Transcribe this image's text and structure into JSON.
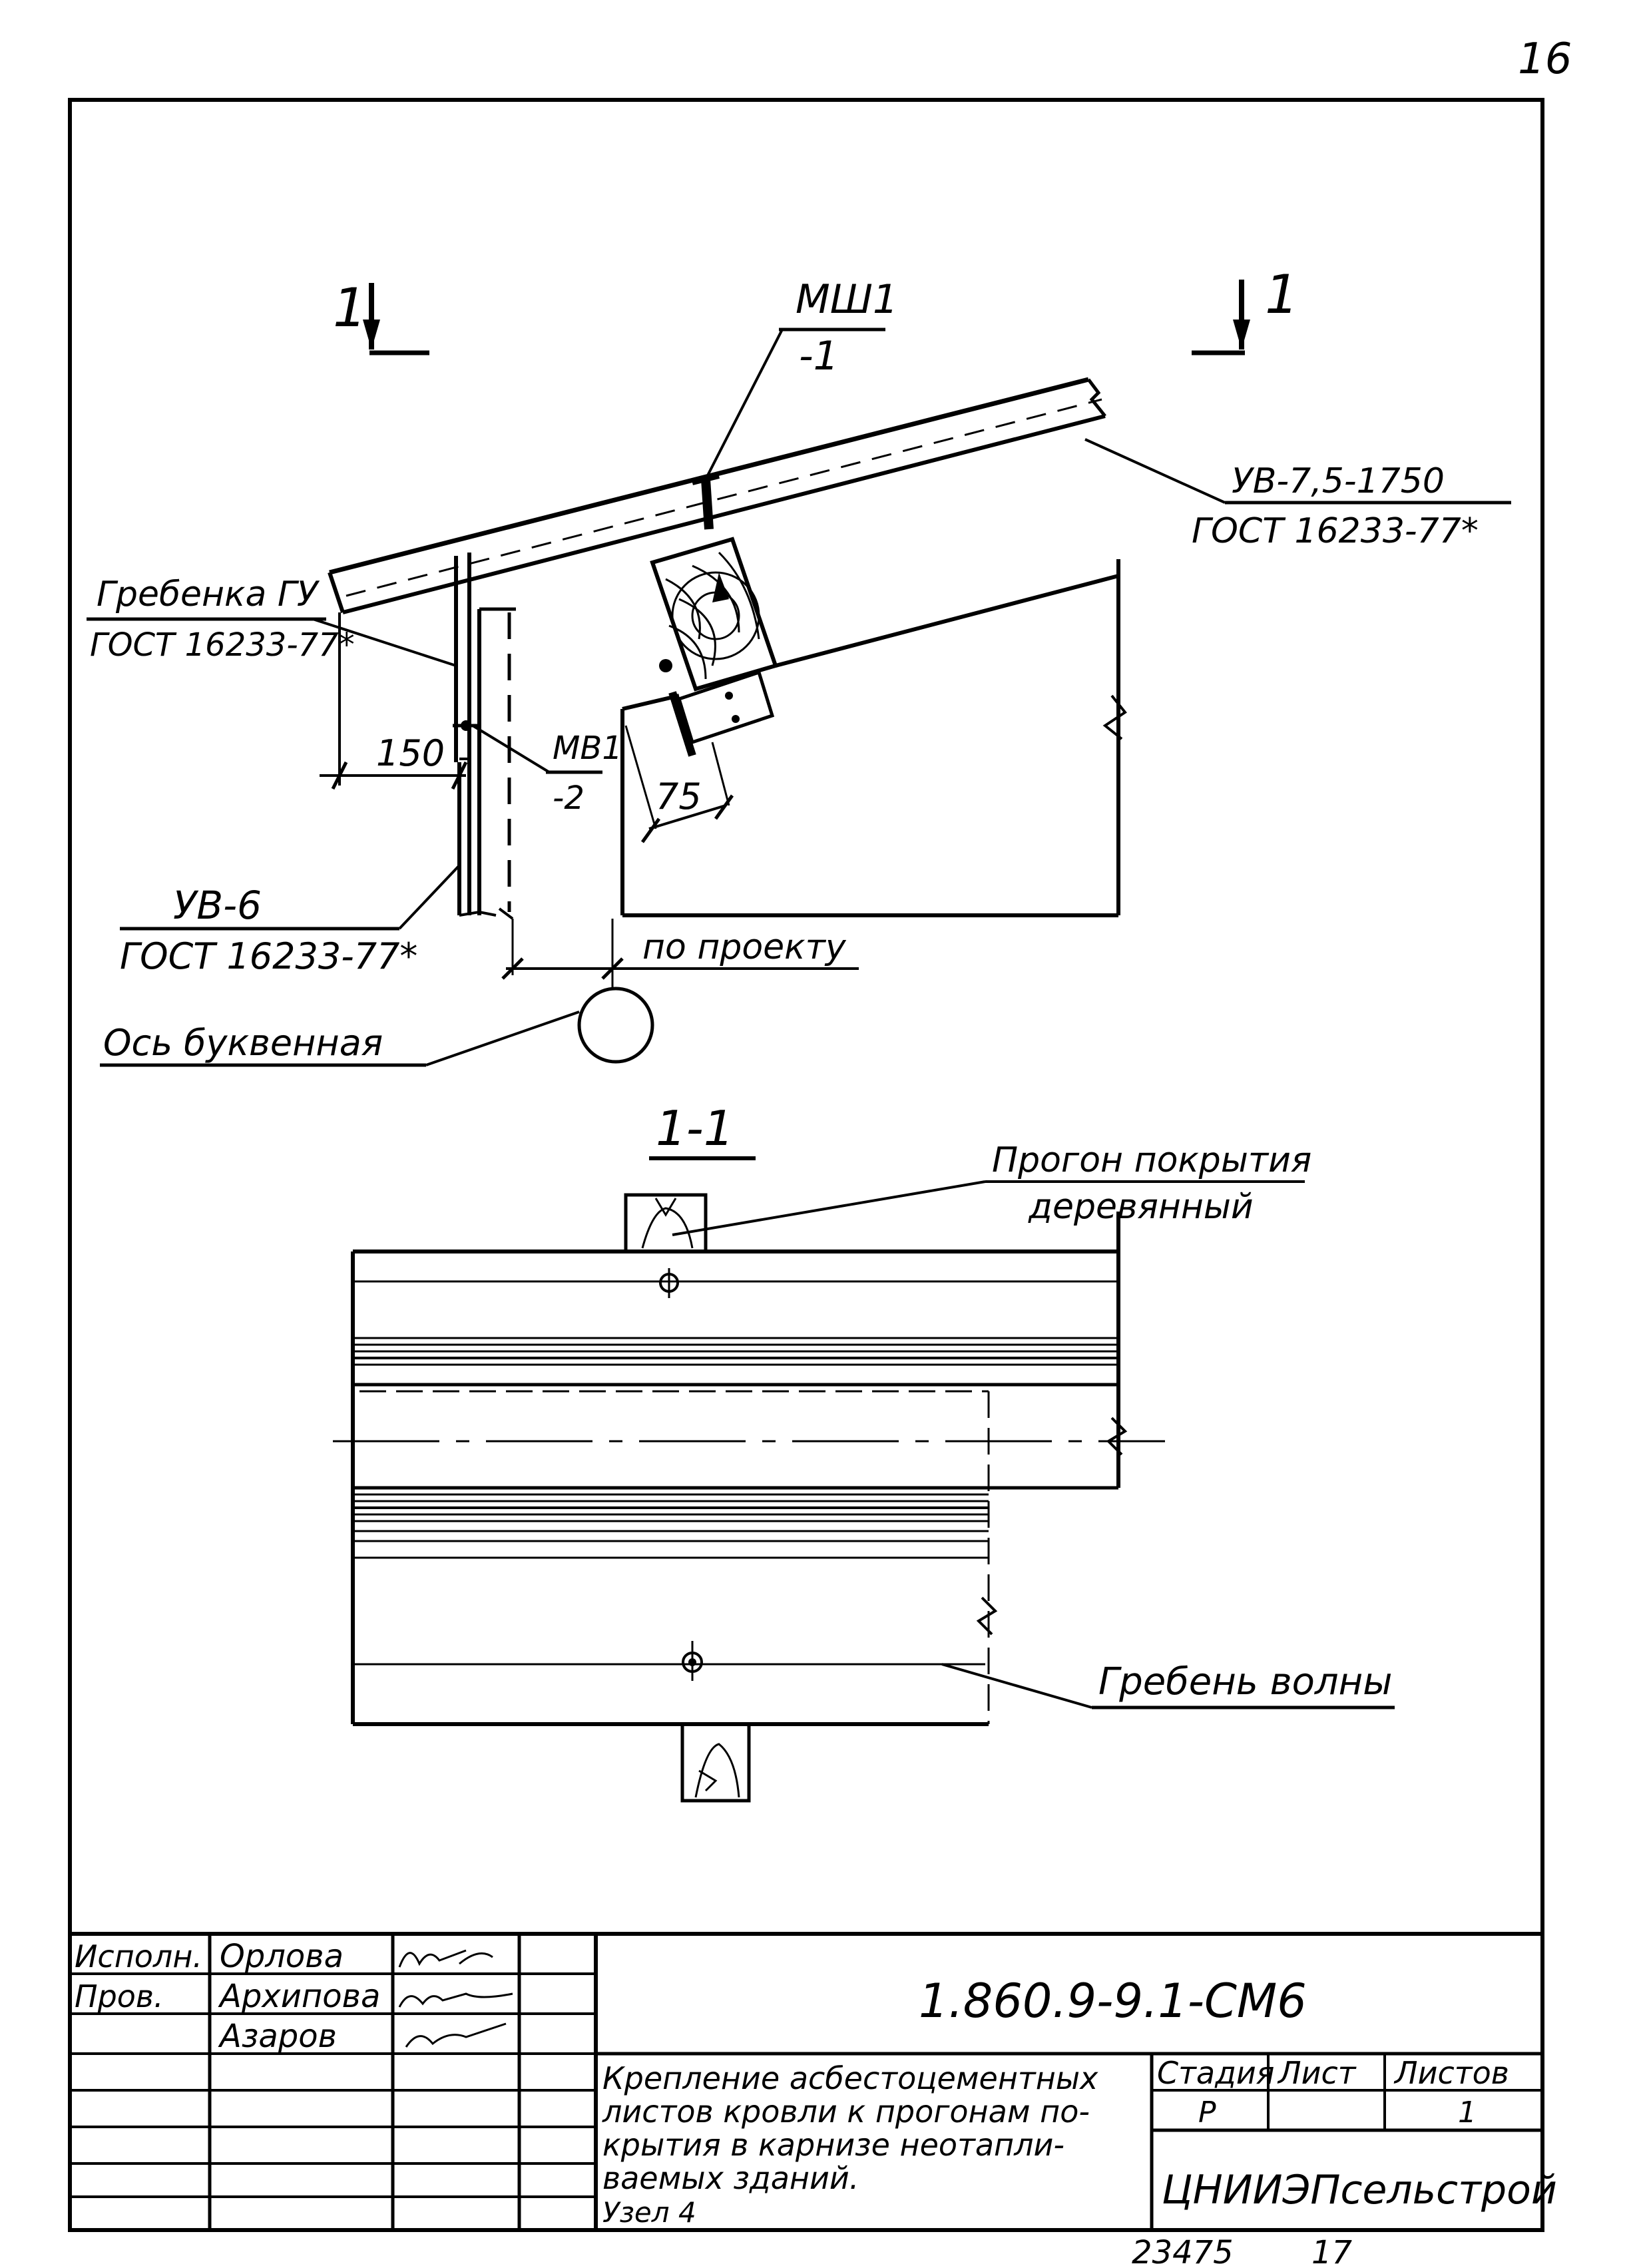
{
  "sheet": {
    "page_number": "16",
    "archive_number": "23475",
    "archive_sheet": "17"
  },
  "drawing": {
    "section_marks": [
      "1",
      "1"
    ],
    "callouts": {
      "mshl_top": "МШ1",
      "mshl_bottom": "-1",
      "uv75_top": "УВ-7,5-1750",
      "uv75_bottom": "ГОСТ 16233-77*",
      "grebenka_top": "Гребенка ГУ",
      "grebenka_bottom": "ГОСТ 16233-77*",
      "mv1_top": "МВ1",
      "mv1_bottom": "-2",
      "uv6_top": "УВ-6",
      "uv6_bottom": "ГОСТ 16233-77*",
      "axis_label": "Ось буквенная",
      "by_project": "по проекту",
      "purlin_top": "Прогон покрытия",
      "purlin_bottom": "деревянный",
      "wave_crest": "Гребень волны"
    },
    "dimensions": {
      "dim_150": "150",
      "dim_75": "75"
    },
    "section_title": "1-1"
  },
  "title_block": {
    "roles": [
      "Исполн.",
      "Пров.",
      ""
    ],
    "names": [
      "Орлова",
      "Архипова",
      "Азаров"
    ],
    "document_code": "1.860.9-9.1-СМ6",
    "description_lines": [
      "Крепление асбестоцементных",
      "листов кровли к прогонам по-",
      "крытия в карнизе неотапли-",
      "ваемых зданий.",
      "Узел 4"
    ],
    "stage_header": "Стадия",
    "sheet_header": "Лист",
    "sheets_header": "Листов",
    "stage_value": "Р",
    "sheet_value": "",
    "sheets_value": "1",
    "organization": "ЦНИИЭПсельстрой"
  }
}
